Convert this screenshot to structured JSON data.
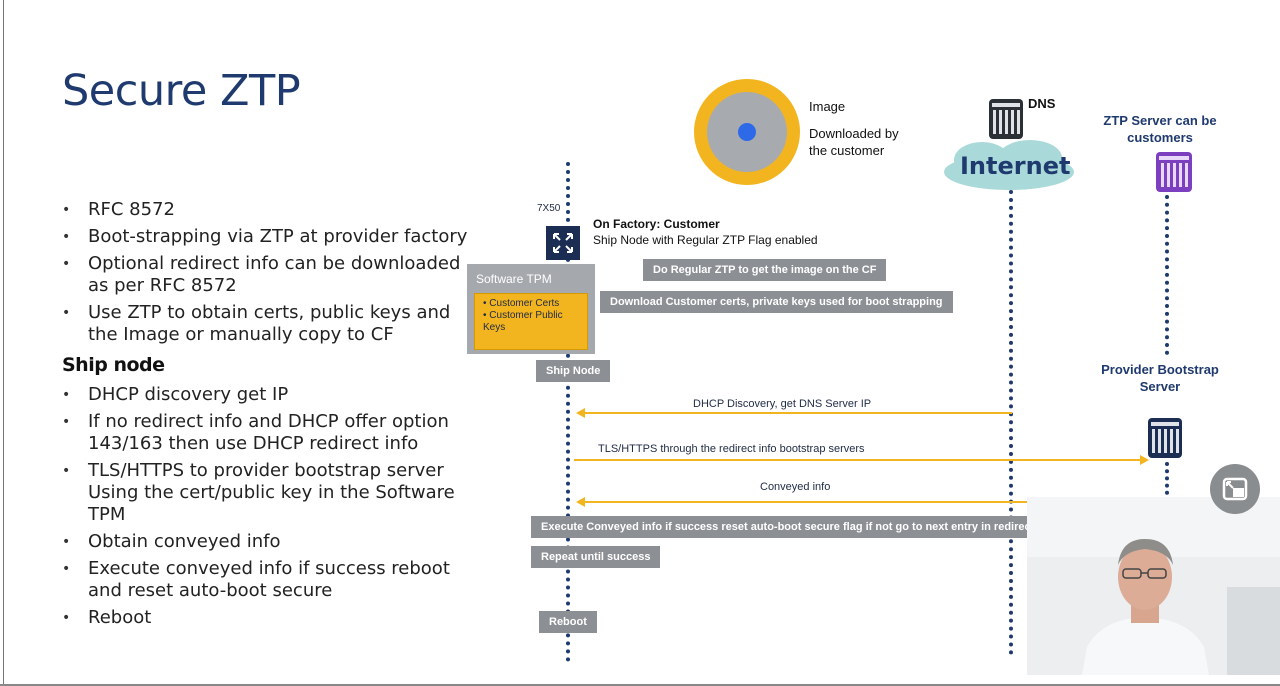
{
  "slide": {
    "title": "Secure ZTP",
    "bullets_top": [
      "RFC 8572",
      "Boot-strapping via ZTP at provider factory",
      "Optional redirect info can be downloaded as per RFC 8572",
      "Use ZTP to obtain certs, public keys and the Image or manually copy to CF"
    ],
    "ship_node_heading": "Ship node",
    "bullets_ship": [
      "DHCP discovery get IP",
      "If no redirect info and DHCP offer option 143/163 then use DHCP redirect info",
      "TLS/HTTPS to provider bootstrap server Using the cert/public key in the Software TPM",
      "Obtain conveyed info",
      "Execute conveyed info if success reboot and reset auto-boot secure",
      "Reboot"
    ]
  },
  "diagram": {
    "image_label": "Image",
    "image_download_label": "Downloaded by the customer",
    "dns_label": "DNS",
    "internet_label": "Internet",
    "ztp_server_label": "ZTP Server can be customers",
    "node_id": "7X50",
    "factory_title": "On Factory: Customer",
    "factory_desc": "Ship Node with Regular ZTP Flag enabled",
    "tpm_title": "Software TPM",
    "tpm_items": [
      "Customer Certs",
      "Customer Public Keys"
    ],
    "step_regular_ztp": "Do Regular ZTP to get the image on the CF",
    "step_download_certs": "Download Customer certs, private keys used for boot strapping",
    "step_ship_node": "Ship Node",
    "provider_bootstrap_label": "Provider Bootstrap Server",
    "msg_dhcp": "DHCP Discovery, get DNS Server IP",
    "msg_tls": "TLS/HTTPS through the redirect info bootstrap servers",
    "msg_conveyed": "Conveyed info",
    "step_execute": "Execute Conveyed info if success reset auto-boot secure flag if not go to next entry in redirect info",
    "step_repeat": "Repeat until success",
    "step_reboot": "Reboot"
  },
  "colors": {
    "title": "#1f3a6e",
    "accent_yellow": "#f2b51f",
    "gray_box": "#8c8f94",
    "internet_cloud": "#a9d9d8",
    "ztp_server_purple": "#7b3fbf"
  }
}
